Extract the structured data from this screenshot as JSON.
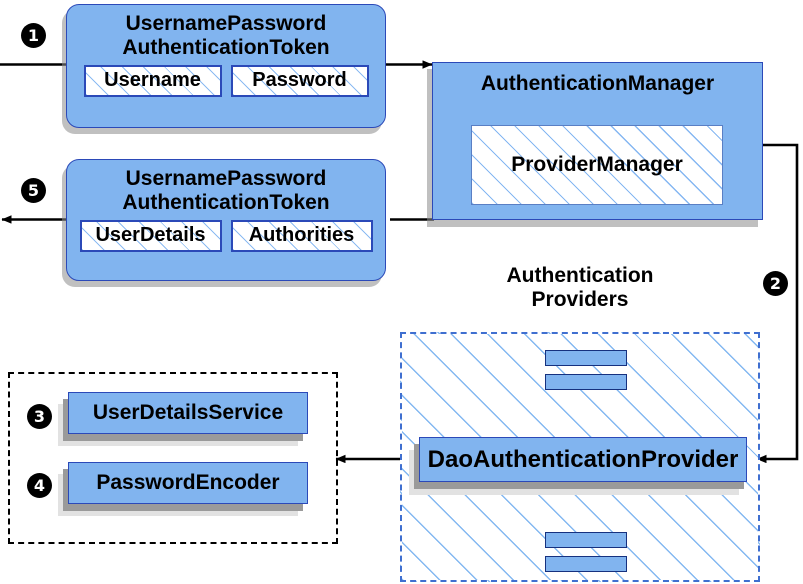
{
  "diagram": {
    "title": "Spring Security username/password authentication flow",
    "colors": {
      "node_fill": "#81b4ef",
      "node_border": "#2b49b8",
      "hatch_line": "#78aff0",
      "dashed_blue": "#3f6fd0",
      "dashed_black": "#000000",
      "shadow": "#9a9a9a",
      "badge_fill": "#000000",
      "badge_text": "#ffffff",
      "connector": "#000000",
      "background": "#ffffff"
    },
    "steps": [
      {
        "id": "1",
        "glyph": "1",
        "label": "step-1"
      },
      {
        "id": "2",
        "glyph": "2",
        "label": "step-2"
      },
      {
        "id": "3",
        "glyph": "3",
        "label": "step-3"
      },
      {
        "id": "4",
        "glyph": "4",
        "label": "step-4"
      },
      {
        "id": "5",
        "glyph": "5",
        "label": "step-5"
      }
    ],
    "nodes": {
      "request_token": {
        "title": "UsernamePassword\nAuthenticationToken",
        "slots": [
          "Username",
          "Password"
        ]
      },
      "response_token": {
        "title": "UsernamePassword\nAuthenticationToken",
        "slots": [
          "UserDetails",
          "Authorities"
        ]
      },
      "authentication_manager": {
        "title": "AuthenticationManager",
        "inner": "ProviderManager"
      },
      "providers": {
        "heading": "Authentication\nProviders",
        "main_provider": "DaoAuthenticationProvider",
        "abbreviated_top": [
          "provider-bar",
          "provider-bar"
        ],
        "abbreviated_bottom": [
          "provider-bar",
          "provider-bar"
        ]
      },
      "collaborators": {
        "items": [
          "UserDetailsService",
          "PasswordEncoder"
        ]
      }
    }
  }
}
